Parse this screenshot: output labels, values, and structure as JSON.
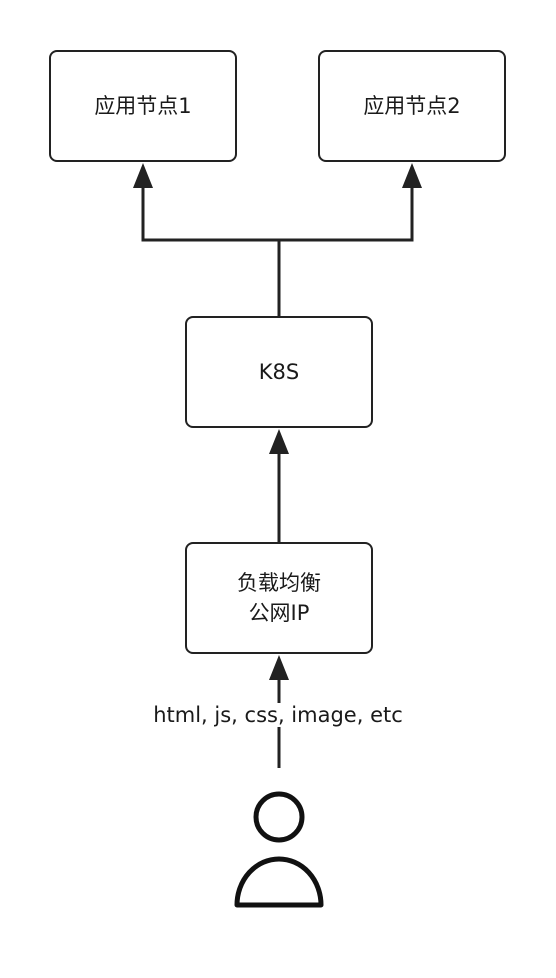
{
  "nodes": {
    "app1": {
      "label": "应用节点1"
    },
    "app2": {
      "label": "应用节点2"
    },
    "k8s": {
      "label": "K8S"
    },
    "lb": {
      "line1": "负载均衡",
      "line2": "公网IP"
    }
  },
  "edges": {
    "user_to_lb": {
      "label": "html, js, css, image, etc"
    }
  },
  "actor": {
    "icon": "user-icon"
  },
  "colors": {
    "stroke": "#222222",
    "background": "#ffffff"
  }
}
